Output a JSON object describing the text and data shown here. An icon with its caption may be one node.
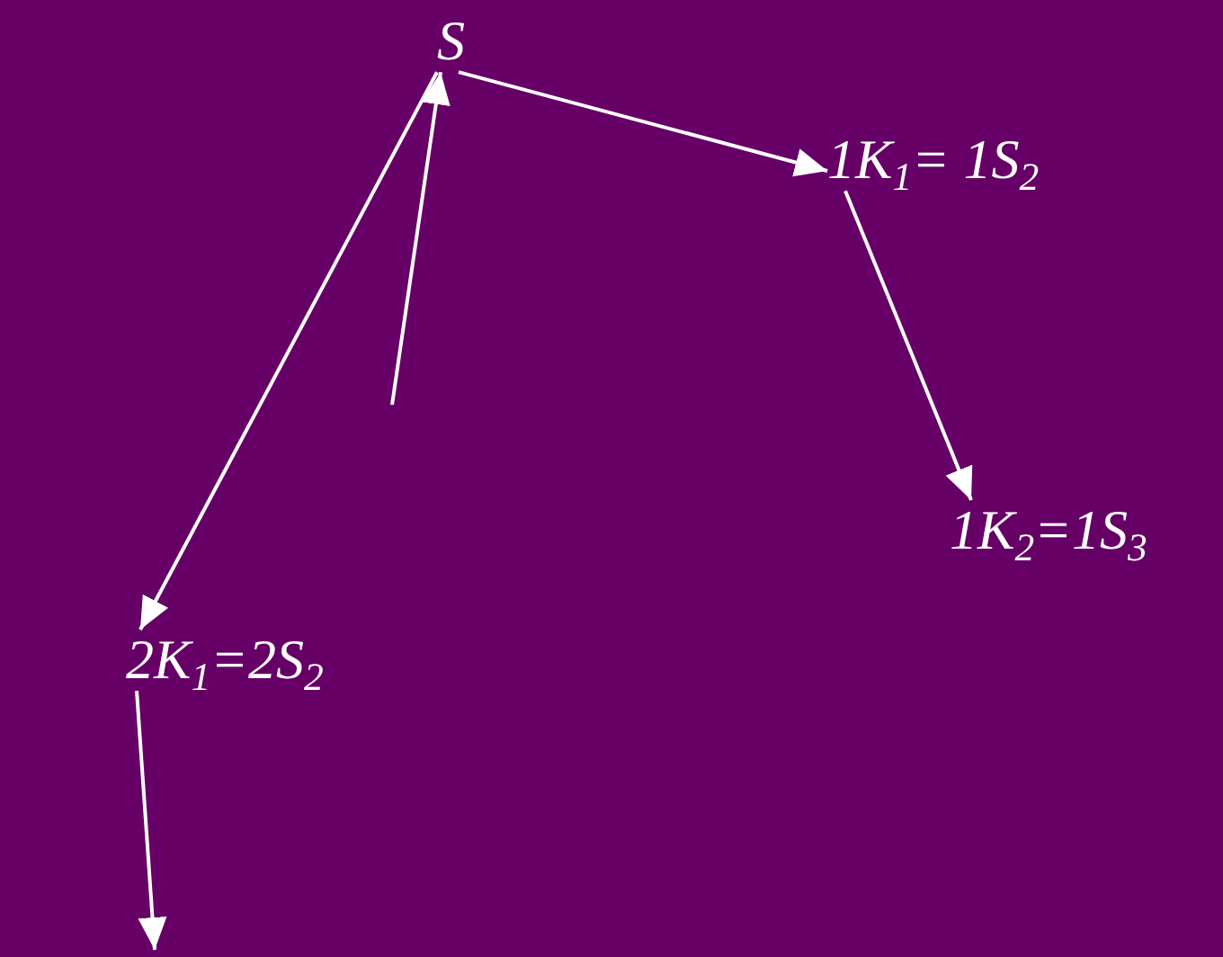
{
  "diagram": {
    "nodes": [
      {
        "text": [
          "S"
        ]
      },
      {
        "text": [
          "1K$_{1}$= 1S$_{2}$"
        ]
      },
      {
        "text": [
          "1K$_{2}$=1S$_{3}$"
        ]
      },
      {
        "text": [
          "2K$_{1}$=2S$_{2}$"
        ]
      }
    ],
    "edges": [
      {
        "from": 0,
        "to": 3,
        "arrow": "to"
      },
      {
        "from": null,
        "to": 0,
        "arrow": "to"
      },
      {
        "from": 0,
        "to": 1,
        "arrow": "to"
      },
      {
        "from": 1,
        "to": 2,
        "arrow": "to"
      },
      {
        "from": 3,
        "to": null,
        "arrow": "to"
      }
    ]
  }
}
